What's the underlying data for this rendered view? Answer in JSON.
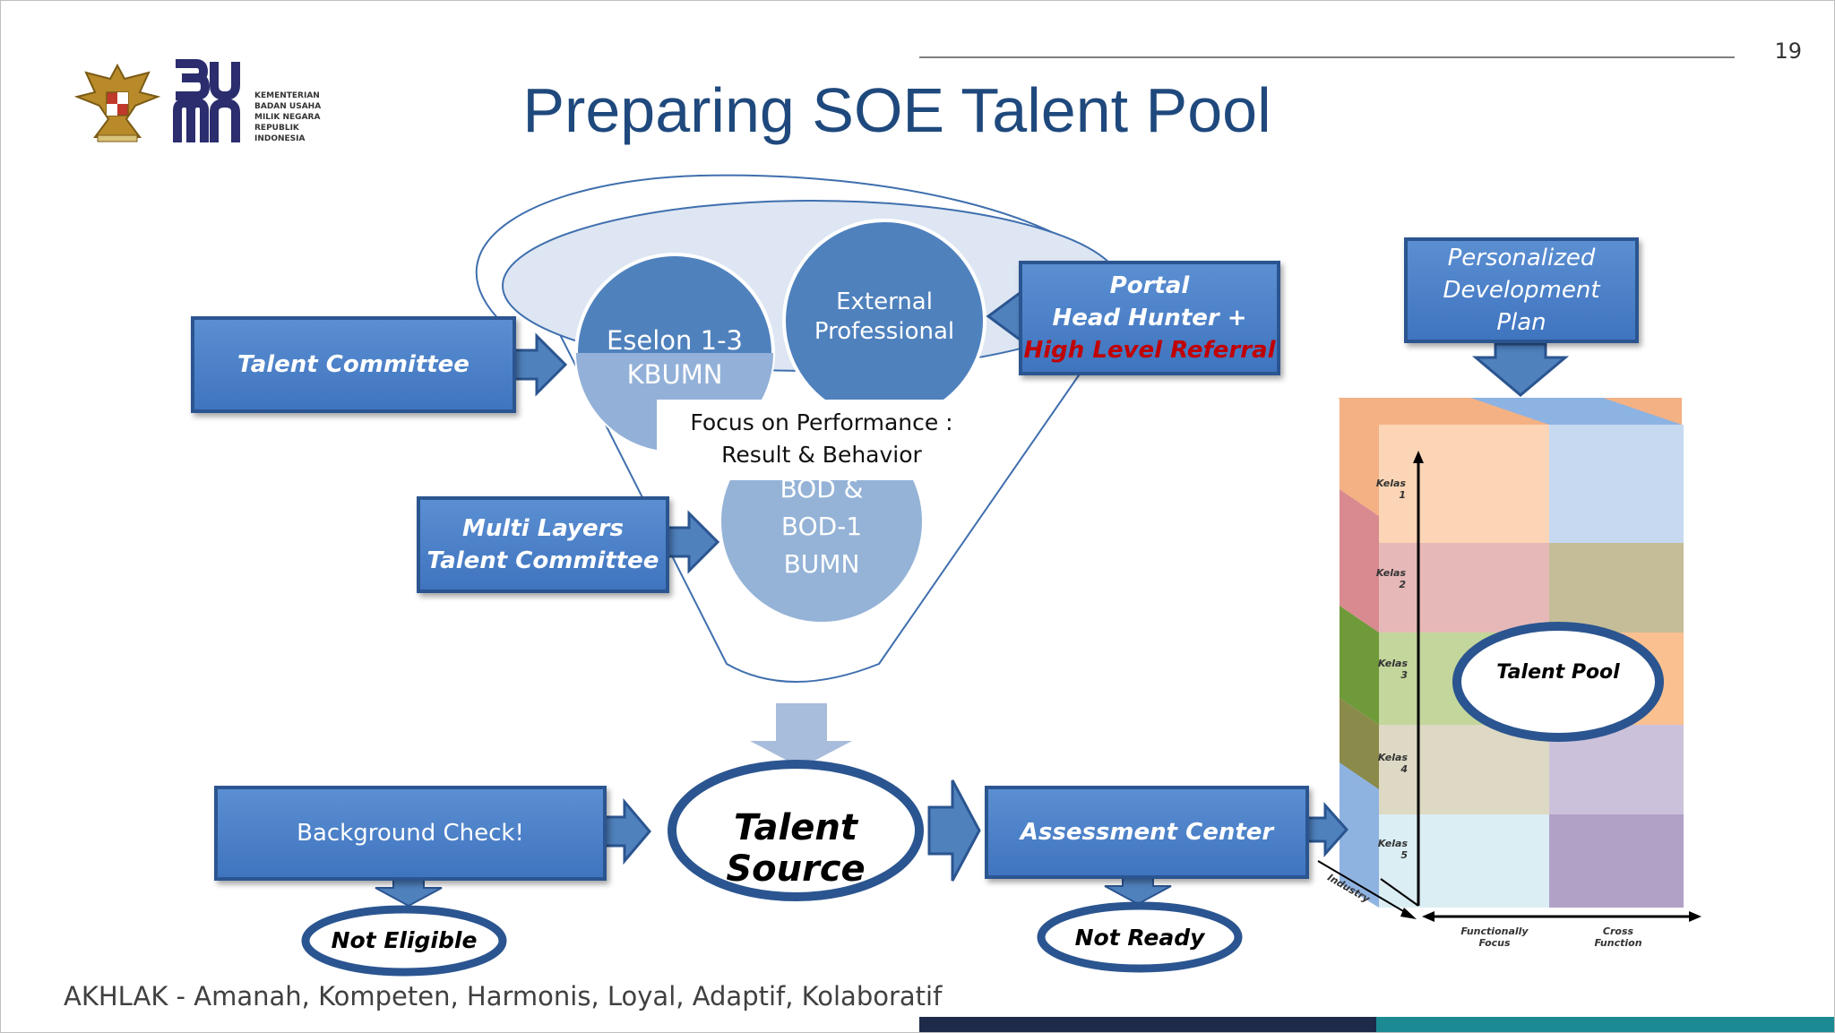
{
  "slide": {
    "page_number": "19",
    "title": "Preparing SOE Talent Pool",
    "footer": "AKHLAK - Amanah, Kompeten, Harmonis, Loyal, Adaptif, Kolaboratif",
    "colors": {
      "title": "#1f497d",
      "box_blue": "#4f81bd",
      "navy": "#1e2a4a",
      "teal": "#1b8a93",
      "red": "#c00000"
    }
  },
  "logo": {
    "emblem_icon": "garuda-emblem-icon",
    "wordmark": "BUMN",
    "ministry_lines": [
      "KEMENTERIAN",
      "BADAN USAHA",
      "MILIK NEGARA",
      "REPUBLIK",
      "INDONESIA"
    ]
  },
  "funnel": {
    "circle_eselon": {
      "line1": "Eselon 1-3",
      "line2": "KBUMN"
    },
    "circle_external": {
      "line1": "External",
      "line2": "Professional"
    },
    "circle_bod": {
      "line1": "BOD &",
      "line2": "BOD-1",
      "line3": "BUMN"
    },
    "focus": {
      "line1": "Focus on Performance :",
      "line2": "Result & Behavior"
    }
  },
  "boxes": {
    "talent_committee": "Talent Committee",
    "multi_layers": {
      "line1": "Multi Layers",
      "line2": "Talent Committee"
    },
    "portal": {
      "line1": "Portal",
      "line2": "Head Hunter +",
      "line3": "High Level Referral"
    },
    "pdp": {
      "line1": "Personalized",
      "line2": "Development",
      "line3": "Plan"
    },
    "background_check": "Background Check!",
    "assessment_center": "Assessment Center"
  },
  "ovals": {
    "talent_source": "Talent Source",
    "not_eligible": "Not Eligible",
    "not_ready": "Not Ready",
    "talent_pool": "Talent Pool"
  },
  "cube": {
    "kelas": [
      {
        "word": "Kelas",
        "num": "1"
      },
      {
        "word": "Kelas",
        "num": "2"
      },
      {
        "word": "Kelas",
        "num": "3"
      },
      {
        "word": "Kelas",
        "num": "4"
      },
      {
        "word": "Kelas",
        "num": "5"
      }
    ],
    "axis_industry": "Industry",
    "axis_functional": {
      "line1": "Functionally",
      "line2": "Focus"
    },
    "axis_cross": {
      "line1": "Cross",
      "line2": "Function"
    }
  }
}
